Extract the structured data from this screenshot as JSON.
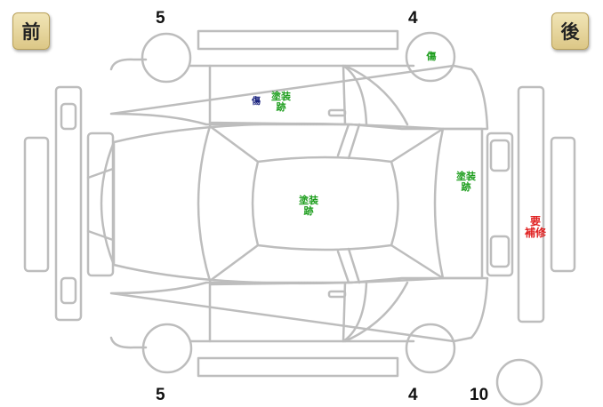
{
  "labels": {
    "front": "前",
    "rear": "後"
  },
  "tire_numbers": {
    "front_top": "5",
    "rear_top": "4",
    "front_bottom": "5",
    "rear_bottom": "4",
    "spare": "10"
  },
  "damage_marks": [
    {
      "id": "scratch-front-door-top",
      "text": "傷",
      "color": "#1a237e"
    },
    {
      "id": "paint-front-door-top",
      "text": "塗装\n跡",
      "color": "#1e9e1e"
    },
    {
      "id": "scratch-rear-wheel-top",
      "text": "傷",
      "color": "#1e9e1e"
    },
    {
      "id": "paint-roof",
      "text": "塗装\n跡",
      "color": "#1e9e1e"
    },
    {
      "id": "paint-trunk",
      "text": "塗装\n跡",
      "color": "#1e9e1e"
    },
    {
      "id": "repair-rear-bumper",
      "text": "要\n補修",
      "color": "#e02020"
    }
  ],
  "colors": {
    "outline": "#bdbdbd",
    "badge": "#e6d59b"
  }
}
